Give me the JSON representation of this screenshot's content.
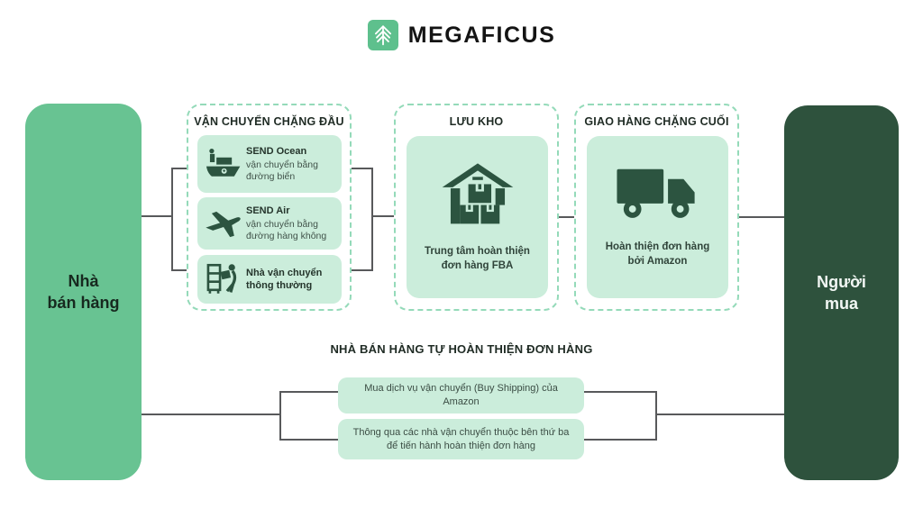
{
  "brand": {
    "name": "MEGAFICUS",
    "logo_icon": "fir-tree-icon",
    "logo_color": "#5ec08d"
  },
  "colors": {
    "seller_green": "#68c392",
    "buyer_dark_green": "#2e523d",
    "item_light_green": "#cbeddb",
    "dashed_border": "#94dab9",
    "icon_dark_green": "#2c5440",
    "connector_gray": "#58595b"
  },
  "seller": {
    "label": "Nhà\nbán hàng",
    "line1": "Nhà",
    "line2": "bán hàng"
  },
  "buyer": {
    "label": "Người\nmua",
    "line1": "Người",
    "line2": "mua"
  },
  "stages": {
    "first_leg": {
      "title": "VẬN CHUYỂN CHẶNG ĐẦU",
      "items": [
        {
          "icon": "cargo-ship-icon",
          "title": "SEND Ocean",
          "subtitle": "vận chuyển bằng đường biển"
        },
        {
          "icon": "airplane-icon",
          "title": "SEND Air",
          "subtitle": "vận chuyển bằng đường hàng không"
        },
        {
          "icon": "mover-icon",
          "title": "Nhà vận chuyển thông thường",
          "subtitle": ""
        }
      ]
    },
    "warehouse": {
      "title": "LƯU KHO",
      "icon": "warehouse-icon",
      "caption": "Trung tâm hoàn thiện đơn hàng FBA"
    },
    "last_mile": {
      "title": "GIAO HÀNG CHẶNG CUỐI",
      "icon": "delivery-truck-icon",
      "caption": "Hoàn thiện đơn hàng bởi Amazon"
    }
  },
  "self_fulfillment": {
    "title": "NHÀ BÁN HÀNG TỰ HOÀN THIỆN ĐƠN HÀNG",
    "options": [
      "Mua dịch vụ vận chuyển (Buy Shipping) của Amazon",
      "Thông qua các nhà vận chuyển thuộc bên thứ ba để tiến hành hoàn thiện đơn hàng"
    ]
  }
}
